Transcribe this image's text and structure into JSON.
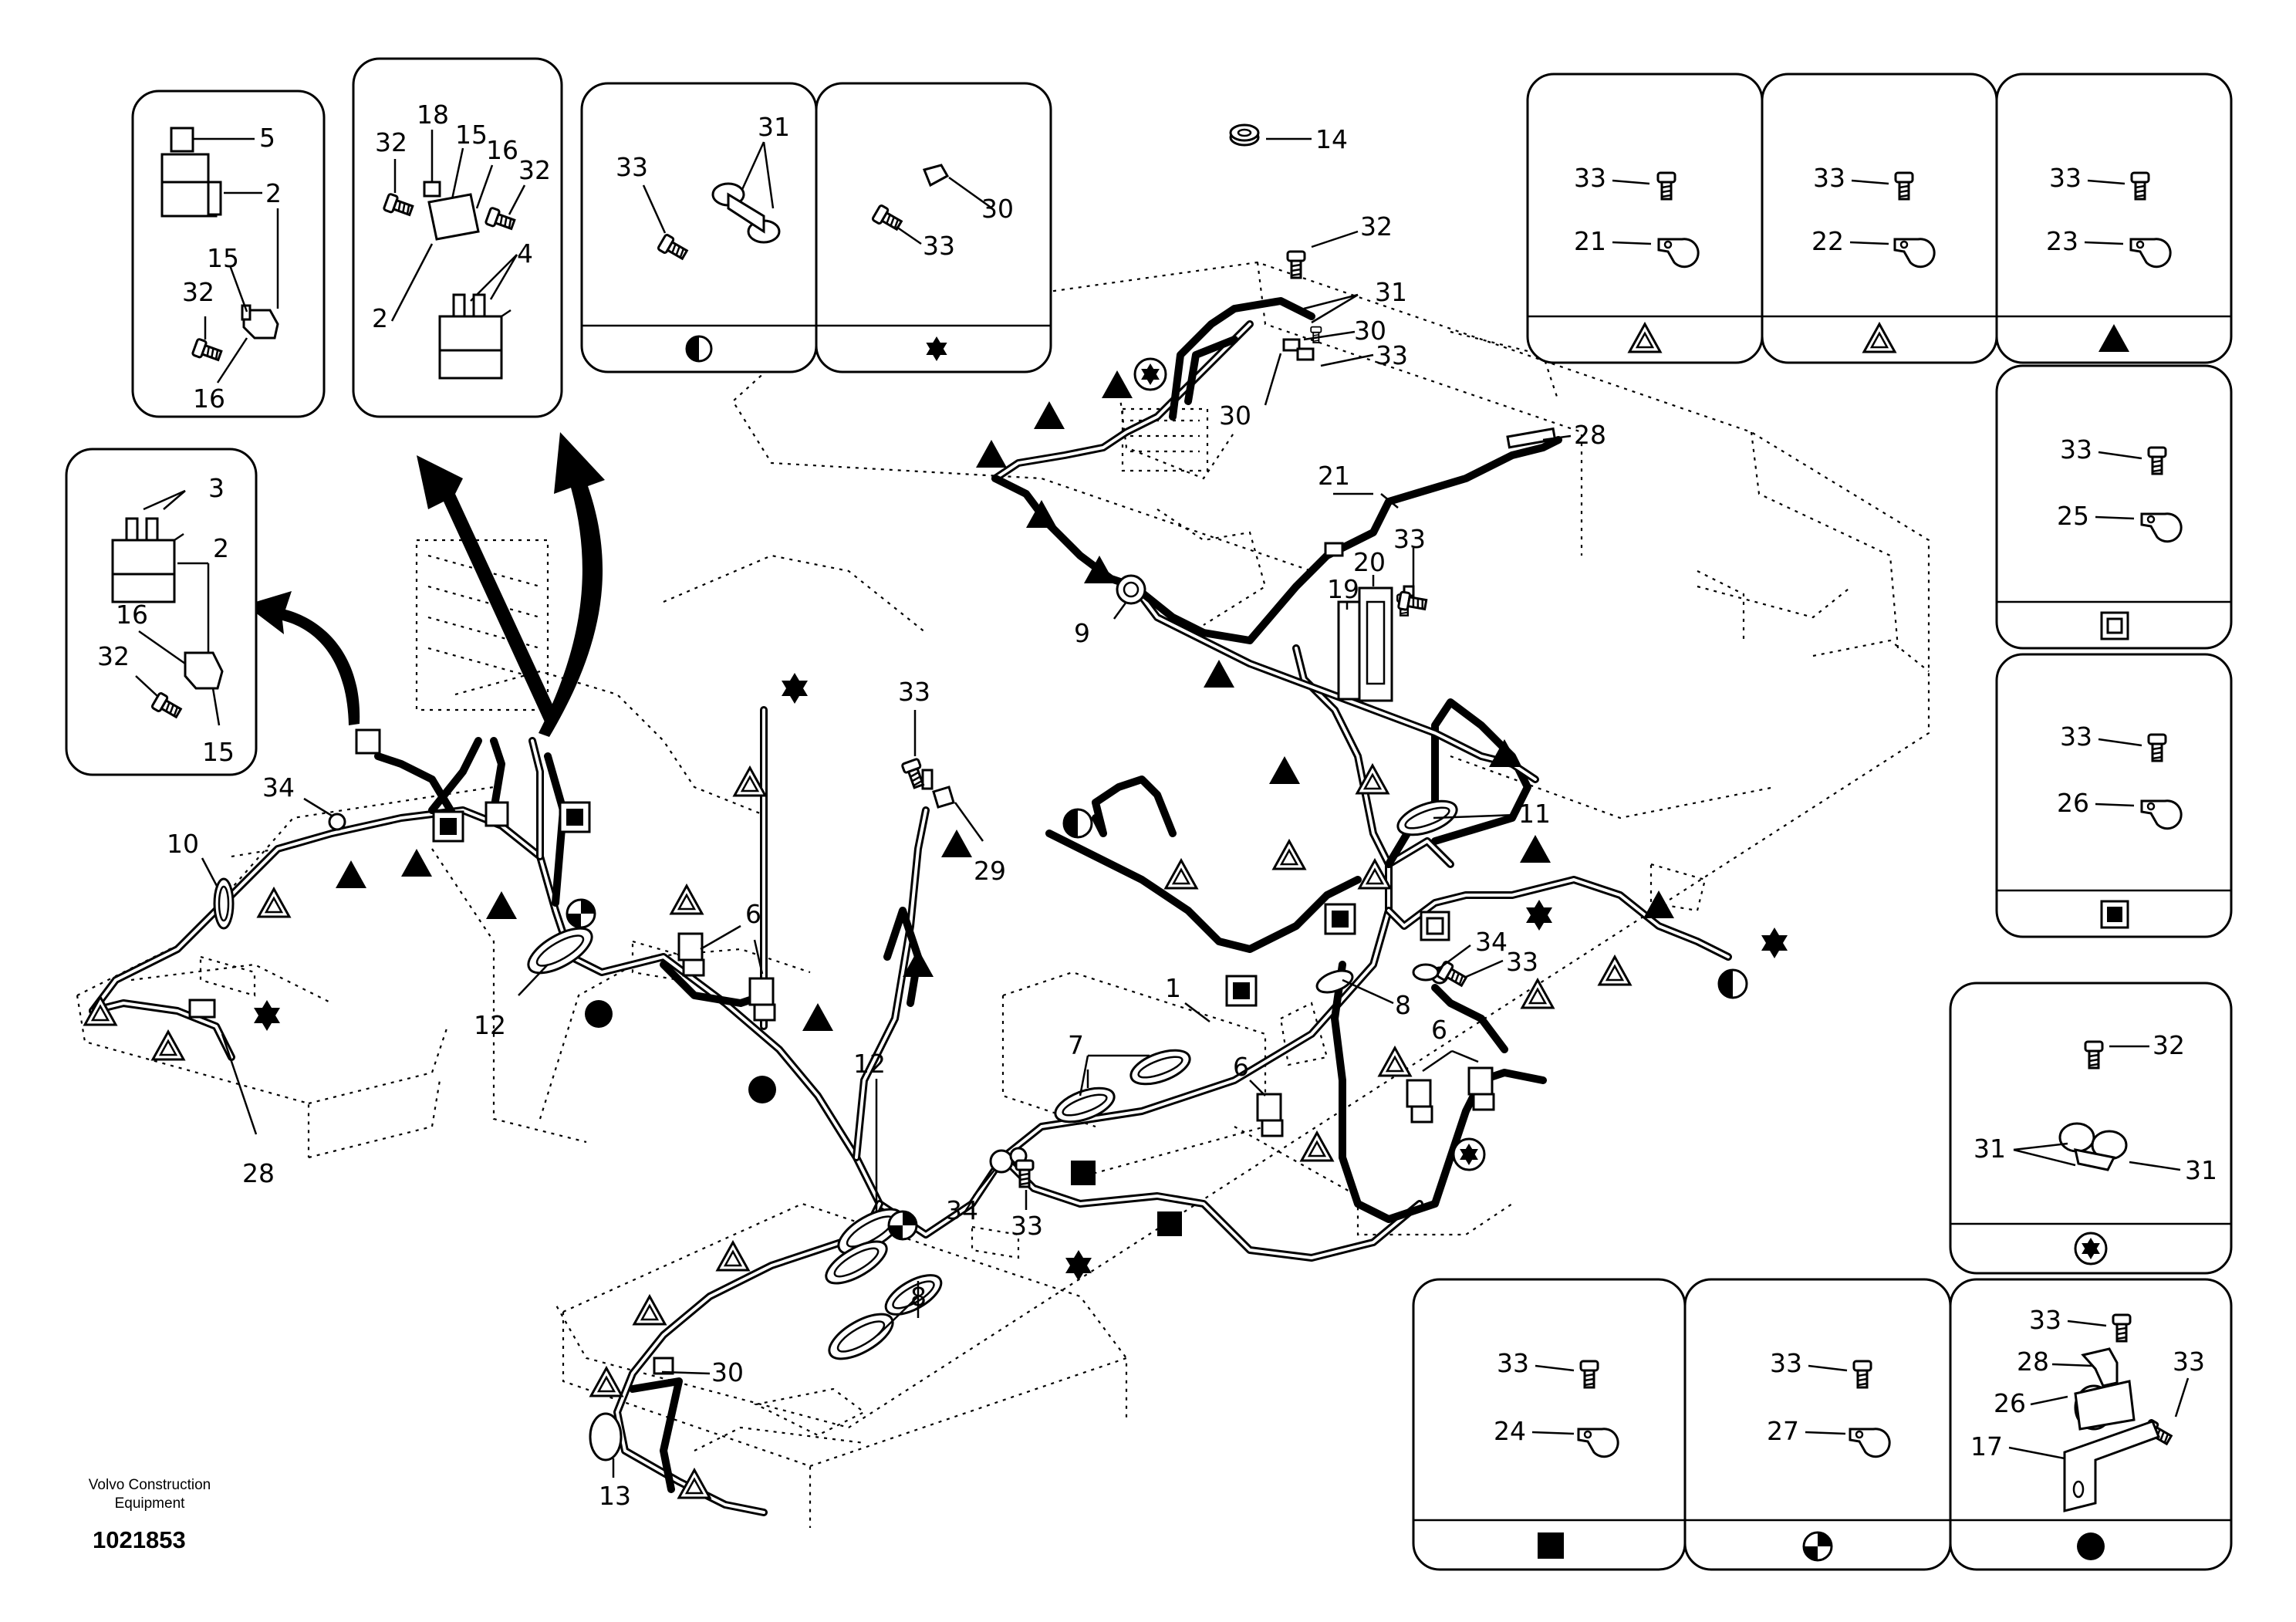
{
  "footer": {
    "company_line1": "Volvo Construction",
    "company_line2": "Equipment",
    "drawing_number": "1021853"
  },
  "detail_boxes": {
    "relay_a": {
      "labels": [
        "5",
        "2",
        "15",
        "32",
        "16"
      ]
    },
    "relay_b": {
      "labels": [
        "18",
        "15",
        "16",
        "32",
        "32",
        "4",
        "2"
      ]
    },
    "relay_c": {
      "labels": [
        "3",
        "2",
        "16",
        "32",
        "15"
      ]
    },
    "clamp_halfcircle": {
      "labels": [
        "31",
        "33"
      ],
      "symbol": "half-circle"
    },
    "clamp_star": {
      "labels": [
        "30",
        "33"
      ],
      "symbol": "star"
    },
    "clamp_21": {
      "labels": [
        "33",
        "21"
      ],
      "symbol": "triangle-outline"
    },
    "clamp_22": {
      "labels": [
        "33",
        "22"
      ],
      "symbol": "triangle-outline"
    },
    "clamp_23": {
      "labels": [
        "33",
        "23"
      ],
      "symbol": "triangle-filled"
    },
    "clamp_25": {
      "labels": [
        "33",
        "25"
      ],
      "symbol": "square-outline"
    },
    "clamp_26": {
      "labels": [
        "33",
        "26"
      ],
      "symbol": "square-double"
    },
    "clamp_31": {
      "labels": [
        "32",
        "31",
        "31"
      ],
      "symbol": "star-circle"
    },
    "clamp_24": {
      "labels": [
        "33",
        "24"
      ],
      "symbol": "square-filled"
    },
    "clamp_27": {
      "labels": [
        "33",
        "27"
      ],
      "symbol": "circle-quartered"
    },
    "bracket_17": {
      "labels": [
        "33",
        "28",
        "26",
        "33",
        "17"
      ],
      "symbol": "circle-filled"
    }
  },
  "callouts": [
    "14",
    "32",
    "31",
    "30",
    "33",
    "30",
    "28",
    "21",
    "33",
    "20",
    "19",
    "9",
    "11",
    "34",
    "33",
    "8",
    "6",
    "1",
    "7",
    "6",
    "12",
    "34",
    "33",
    "8",
    "30",
    "13",
    "12",
    "28",
    "10",
    "34",
    "6",
    "29",
    "33"
  ]
}
